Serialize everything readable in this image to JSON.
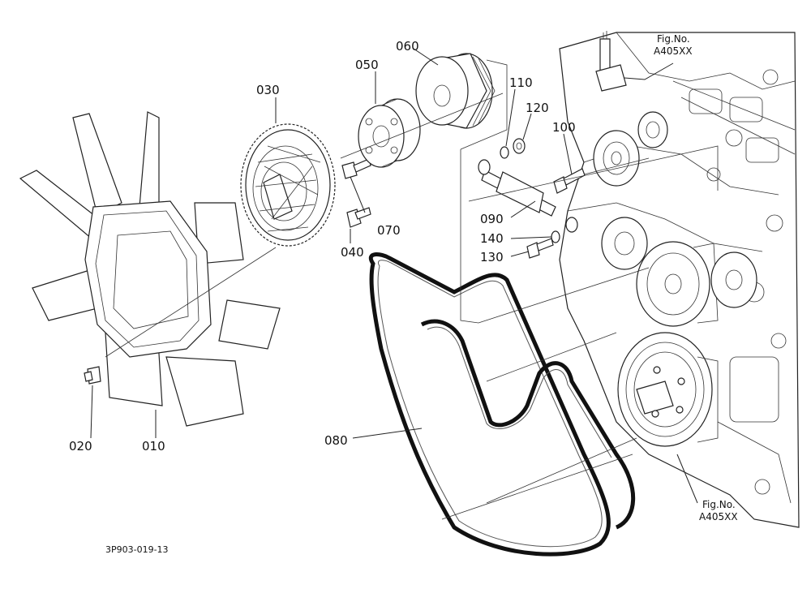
{
  "labels": {
    "p010": "010",
    "p020": "020",
    "p030": "030",
    "p040": "040",
    "p050": "050",
    "p060": "060",
    "p070": "070",
    "p080": "080",
    "p090": "090",
    "p100": "100",
    "p110": "110",
    "p120": "120",
    "p130": "130",
    "p140": "140"
  },
  "fig_ref_top": {
    "line1": "Fig.No.",
    "line2": "A405XX"
  },
  "fig_ref_bottom": {
    "line1": "Fig.No.",
    "line2": "A405XX"
  },
  "drawing_code": "3P903-019-13"
}
